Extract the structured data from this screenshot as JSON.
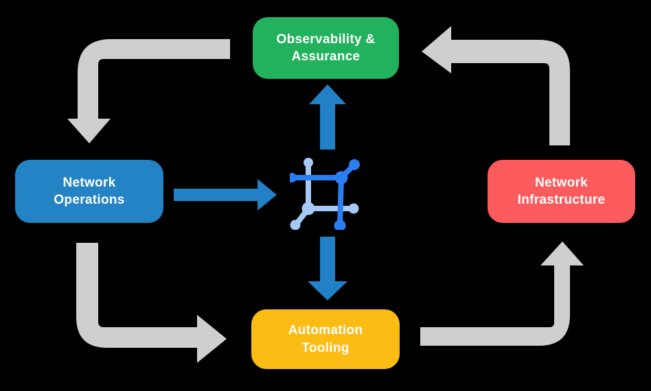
{
  "diagram": {
    "title": "network automation lifecycle diagram",
    "background_color": "#000000",
    "text_color": "#FFFFFF",
    "nodes": {
      "top": {
        "label": "Observability & Assurance",
        "color": "#22B15C"
      },
      "left": {
        "label": "Network Operations",
        "color": "#2383C4"
      },
      "right": {
        "label": "Network Infrastructure",
        "color": "#FC5B5D"
      },
      "bottom": {
        "label": "Automation Tooling",
        "color": "#FBBC13"
      }
    },
    "center_icon": {
      "name": "network-automation-icon",
      "dark_color": "#2B7DF2",
      "light_color": "#A7C9F7"
    },
    "colors": {
      "cycle_arrow": "#CFCFCF",
      "flow_arrow": "#2180C6"
    },
    "cycle_arrows": [
      {
        "from": "Observability & Assurance",
        "to": "Network Operations"
      },
      {
        "from": "Network Operations",
        "to": "Automation Tooling"
      },
      {
        "from": "Automation Tooling",
        "to": "Network Infrastructure"
      },
      {
        "from": "Network Infrastructure",
        "to": "Observability & Assurance"
      }
    ],
    "flow_arrows": [
      {
        "from": "Network Operations",
        "to": "center-icon"
      },
      {
        "from": "center-icon",
        "to": "Observability & Assurance"
      },
      {
        "from": "center-icon",
        "to": "Automation Tooling"
      }
    ]
  }
}
